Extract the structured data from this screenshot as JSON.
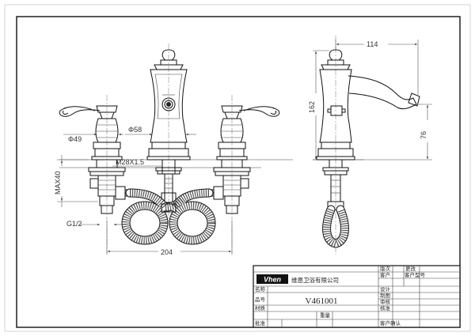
{
  "dimensions": {
    "d49": "Φ49",
    "d58": "Φ58",
    "thread": "M28X1.5",
    "max40": "MAX40",
    "g12": "G1/2",
    "w204": "204",
    "w114": "114",
    "h162": "162",
    "h76": "76"
  },
  "title_block": {
    "logo": "Vhen",
    "company": "维恩卫浴有限公司",
    "model_code": "V461001",
    "labels": {
      "version": "版次",
      "revision": "更改",
      "customer": "客户",
      "design": "设计",
      "drafting": "制图",
      "review": "审核",
      "approve": "核准",
      "name": "名称",
      "part_no": "品号",
      "material": "材质",
      "weight": "重量",
      "ratify": "批准",
      "customer_model": "客户型号",
      "customer_confirm": "客户确认"
    }
  }
}
